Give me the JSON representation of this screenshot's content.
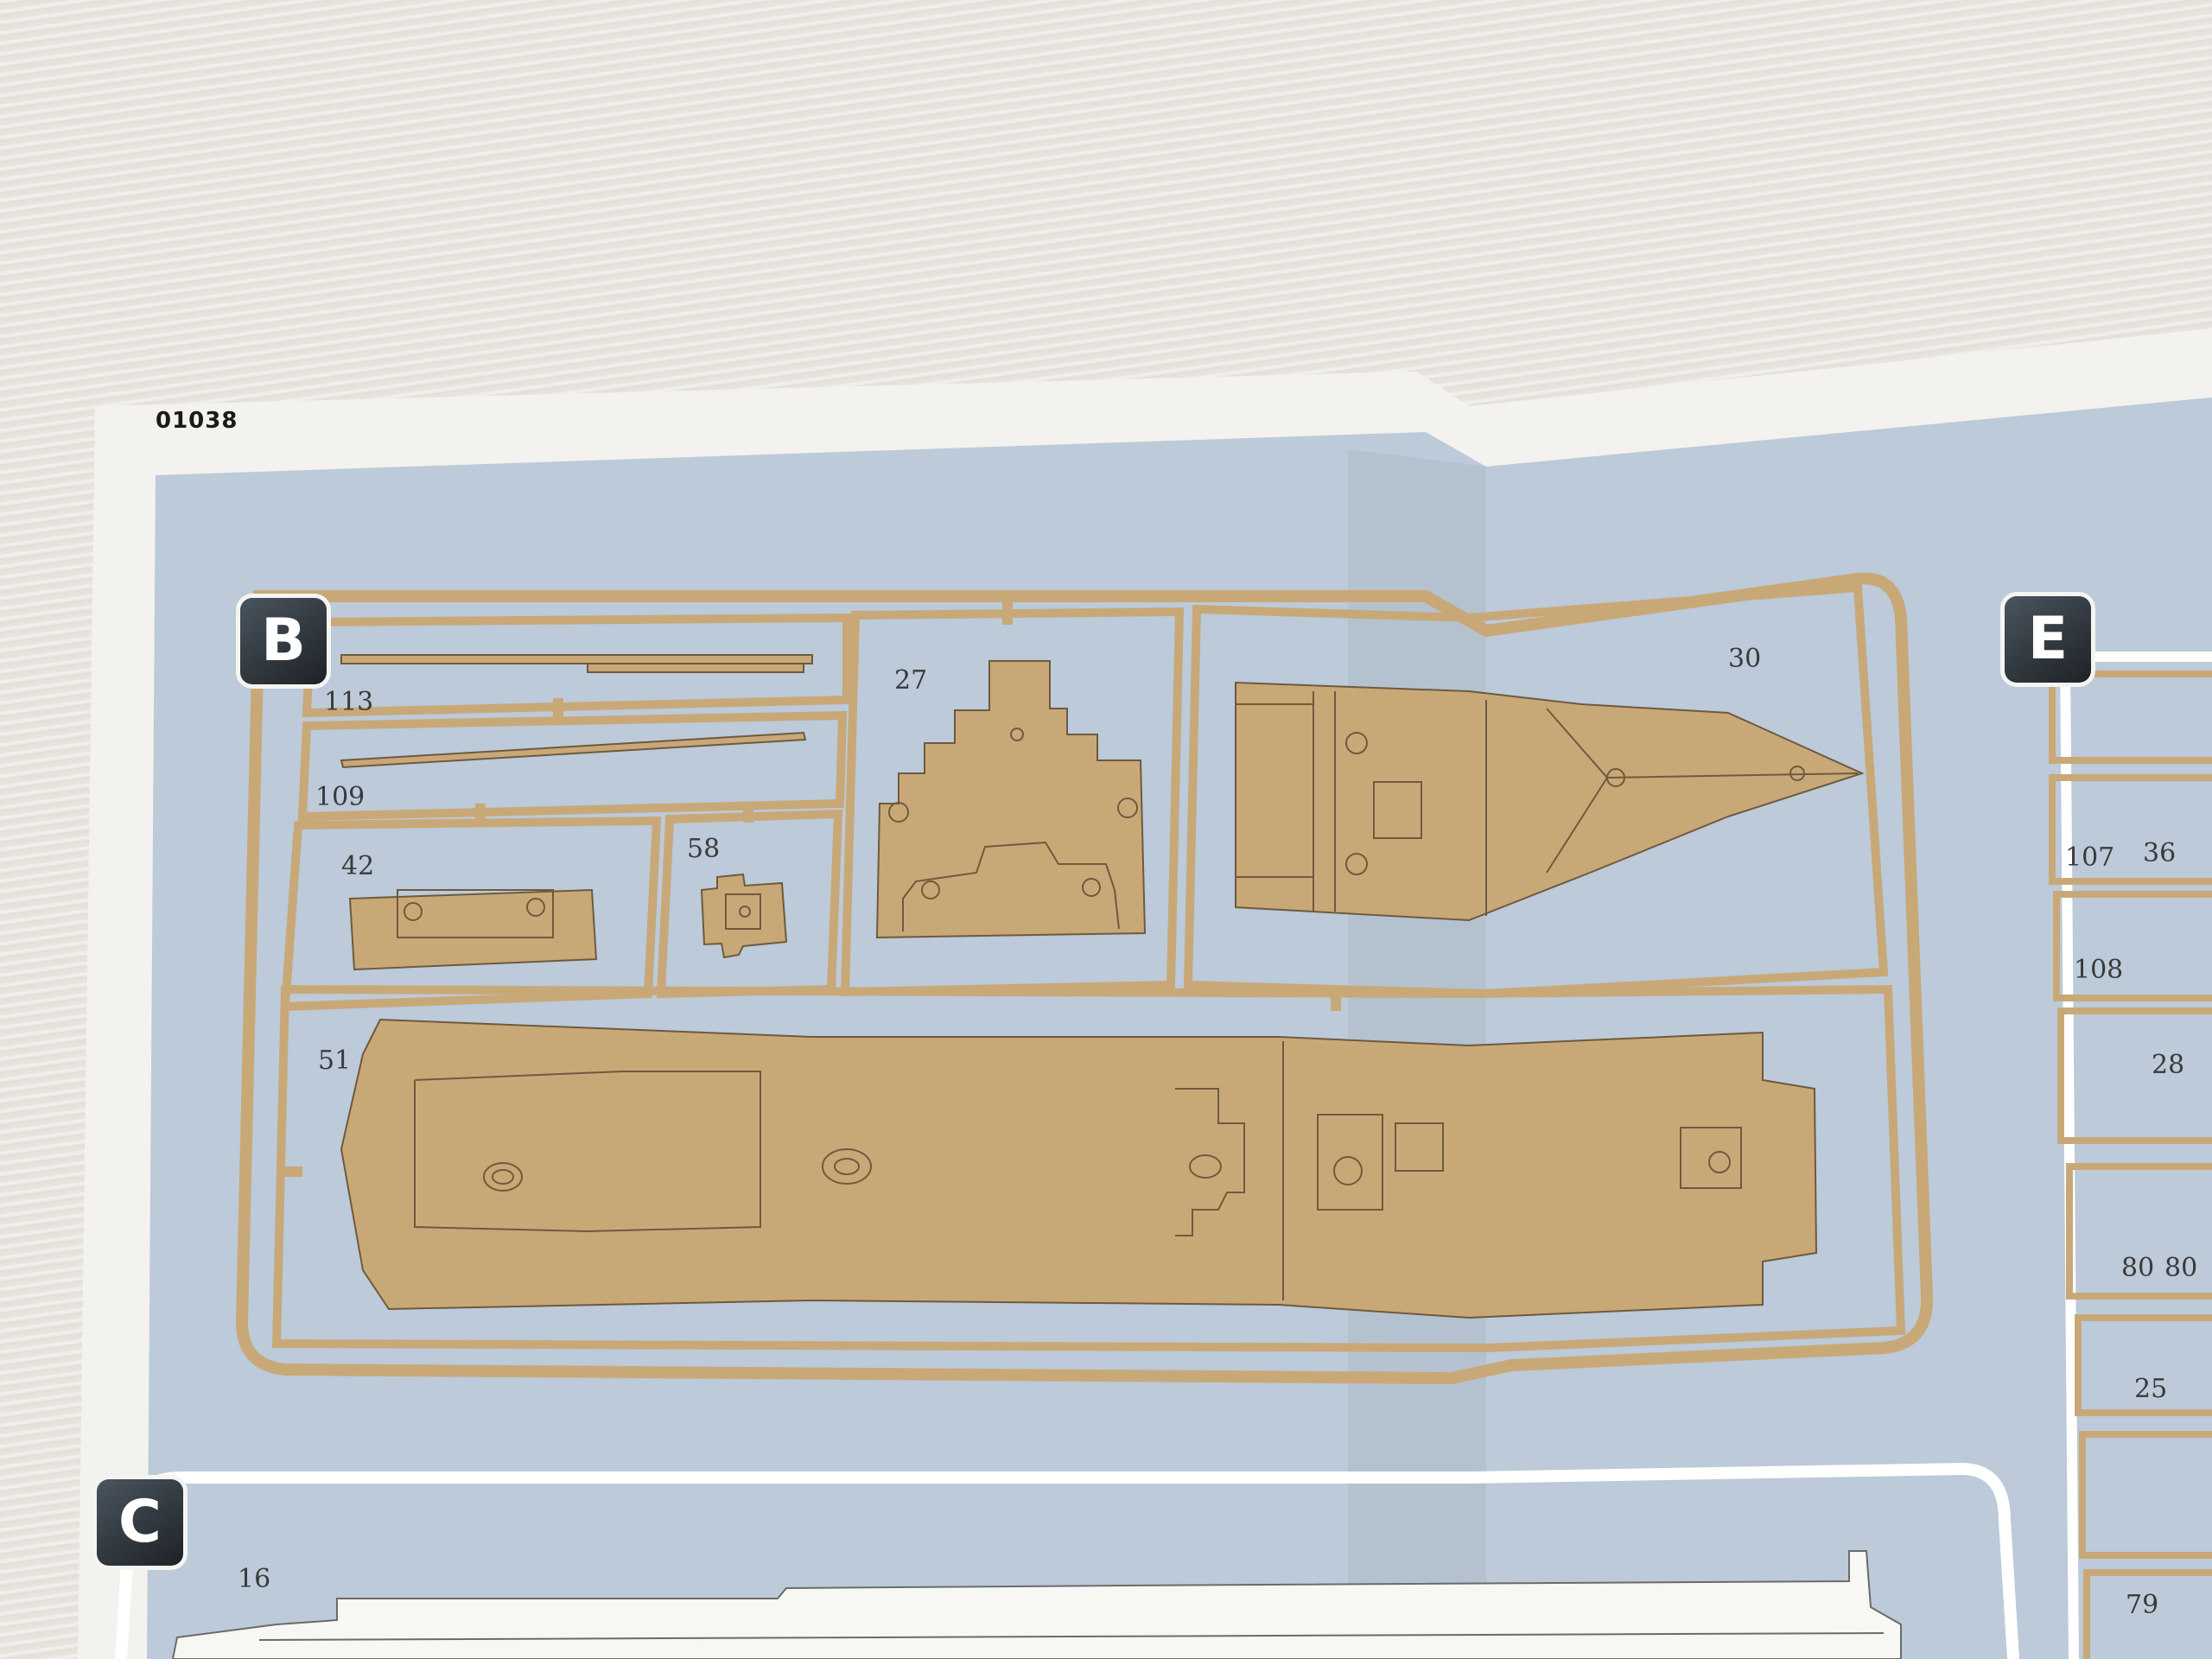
{
  "page_code": "01038",
  "sections": {
    "b": "B",
    "c": "C",
    "e": "E"
  },
  "part_numbers": {
    "p113": "113",
    "p109": "109",
    "p42": "42",
    "p58": "58",
    "p27": "27",
    "p30": "30",
    "p51": "51",
    "p16": "16",
    "p107": "107",
    "p36": "36",
    "p108": "108",
    "p28": "28",
    "p80a": "80",
    "p80b": "80",
    "p25": "25",
    "p79": "79"
  },
  "colors": {
    "panel_blue": "#bccad9",
    "wood": "#c9a878",
    "paper": "#f3f2ee",
    "badge": "#2d353b"
  }
}
